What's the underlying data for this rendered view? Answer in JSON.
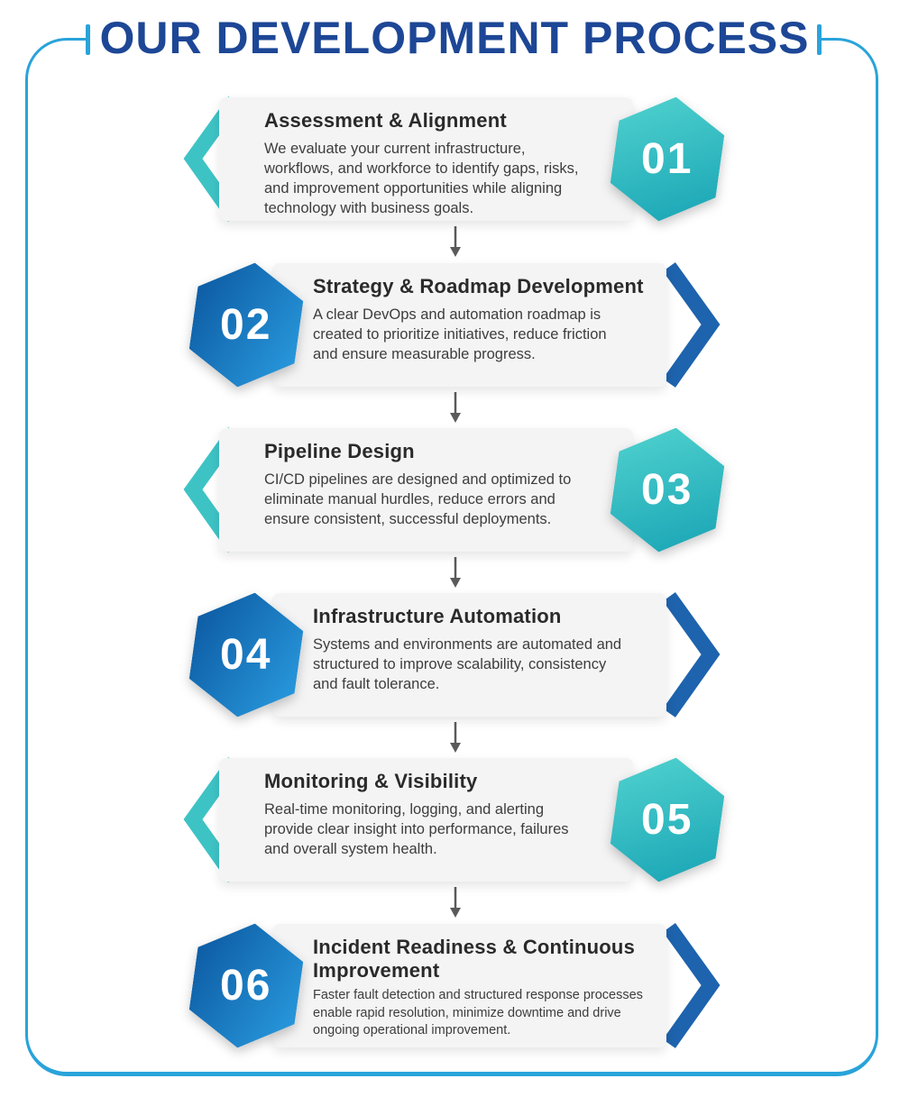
{
  "header": {
    "title": "OUR DEVELOPMENT PROCESS"
  },
  "colors": {
    "frame": "#29a3da",
    "header_title": "#1d4796",
    "card_bg": "#f4f4f5",
    "step_title_text": "#2a2a2a",
    "step_body_text": "#3d3d3d",
    "teal_grad_start": "#52d3cf",
    "teal_grad_end": "#17a3b4",
    "blue_grad_start": "#0b579f",
    "blue_grad_end": "#2a9ce0",
    "chevron_teal": "#3ec3c5",
    "chevron_blue": "#1e63ad",
    "connector_arrow": "#5a5a5a",
    "number_text": "#ffffff"
  },
  "steps": [
    {
      "number": "01",
      "accent": "teal",
      "title": "Assessment & Alignment",
      "description": "We evaluate your current infrastructure,\nworkflows, and workforce to identify gaps, risks,\nand improvement opportunities while aligning\ntechnology with business goals."
    },
    {
      "number": "02",
      "accent": "blue",
      "title": "Strategy & Roadmap Development",
      "description": "A clear DevOps and automation roadmap is\ncreated to prioritize initiatives, reduce friction\nand ensure measurable progress."
    },
    {
      "number": "03",
      "accent": "teal",
      "title": "Pipeline Design",
      "description": "CI/CD pipelines are designed and optimized to\neliminate manual hurdles, reduce errors and\nensure consistent, successful deployments."
    },
    {
      "number": "04",
      "accent": "blue",
      "title": "Infrastructure Automation",
      "description": "Systems and environments are automated and\nstructured to improve scalability, consistency\nand fault tolerance."
    },
    {
      "number": "05",
      "accent": "teal",
      "title": "Monitoring & Visibility",
      "description": "Real-time monitoring, logging, and alerting\nprovide clear insight into performance, failures\nand overall system health."
    },
    {
      "number": "06",
      "accent": "blue",
      "title": "Incident Readiness & Continuous\nImprovement",
      "description": "Faster fault detection and structured response processes\nenable rapid resolution, minimize downtime and drive\nongoing operational improvement."
    }
  ]
}
